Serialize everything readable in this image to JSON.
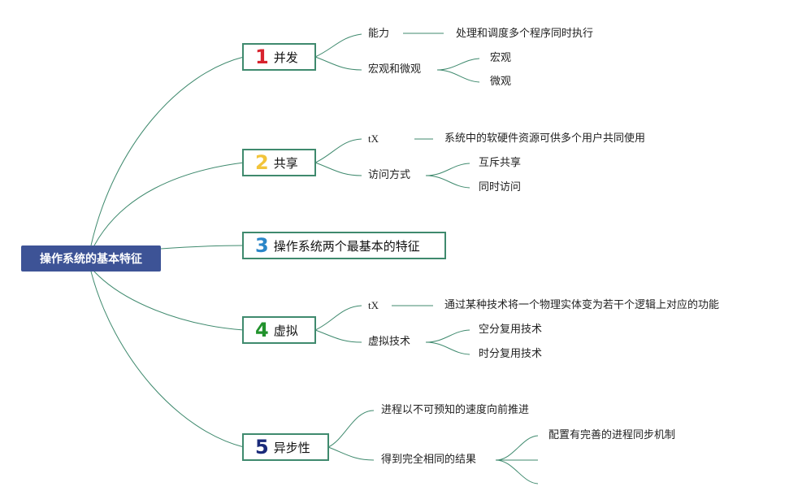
{
  "root": "操作系统的基本特征",
  "topics": [
    {
      "num": "1",
      "label": "并发",
      "children": [
        {
          "label": "能力",
          "detail": "处理和调度多个程序同时执行"
        },
        {
          "label": "宏观和微观",
          "subs": [
            "宏观",
            "微观"
          ]
        }
      ]
    },
    {
      "num": "2",
      "label": "共享",
      "children": [
        {
          "label": "tX",
          "detail": "系统中的软硬件资源可供多个用户共同使用"
        },
        {
          "label": "访问方式",
          "subs": [
            "互斥共享",
            "同时访问"
          ]
        }
      ]
    },
    {
      "num": "3",
      "label": "操作系统两个最基本的特征"
    },
    {
      "num": "4",
      "label": "虚拟",
      "children": [
        {
          "label": "tX",
          "detail": "通过某种技术将一个物理实体变为若干个逻辑上对应的功能"
        },
        {
          "label": "虚拟技术",
          "subs": [
            "空分复用技术",
            "时分复用技术"
          ]
        }
      ]
    },
    {
      "num": "5",
      "label": "异步性",
      "children": [
        {
          "label": "进程以不可预知的速度向前推进"
        },
        {
          "label": "得到完全相同的结果",
          "subs": [
            "配置有完善的进程同步机制",
            "",
            ""
          ]
        }
      ]
    }
  ],
  "colors": {
    "root_bg": "#3d5396",
    "line": "#3f8a6e",
    "num1": "#d8232e",
    "num2": "#f2c43a",
    "num3": "#2a86c8",
    "num4": "#21922c",
    "num5": "#1a2a7a"
  }
}
